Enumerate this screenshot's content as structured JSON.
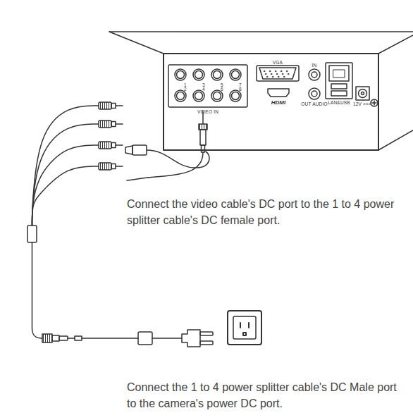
{
  "diagram": {
    "labels": [
      "VIDEO IN",
      "1",
      "2",
      "3",
      "4",
      "5",
      "6",
      "7",
      "8",
      "VGA",
      "HDMI",
      "IN",
      "OUT AUDIO",
      "LAN&USB",
      "12V ===",
      "Connect the video cable's DC port to the 1 to 4 power splitter cable's DC female port.",
      "Connect the 1 to 4 power splitter cable's DC Male port to the camera's power DC port."
    ]
  }
}
